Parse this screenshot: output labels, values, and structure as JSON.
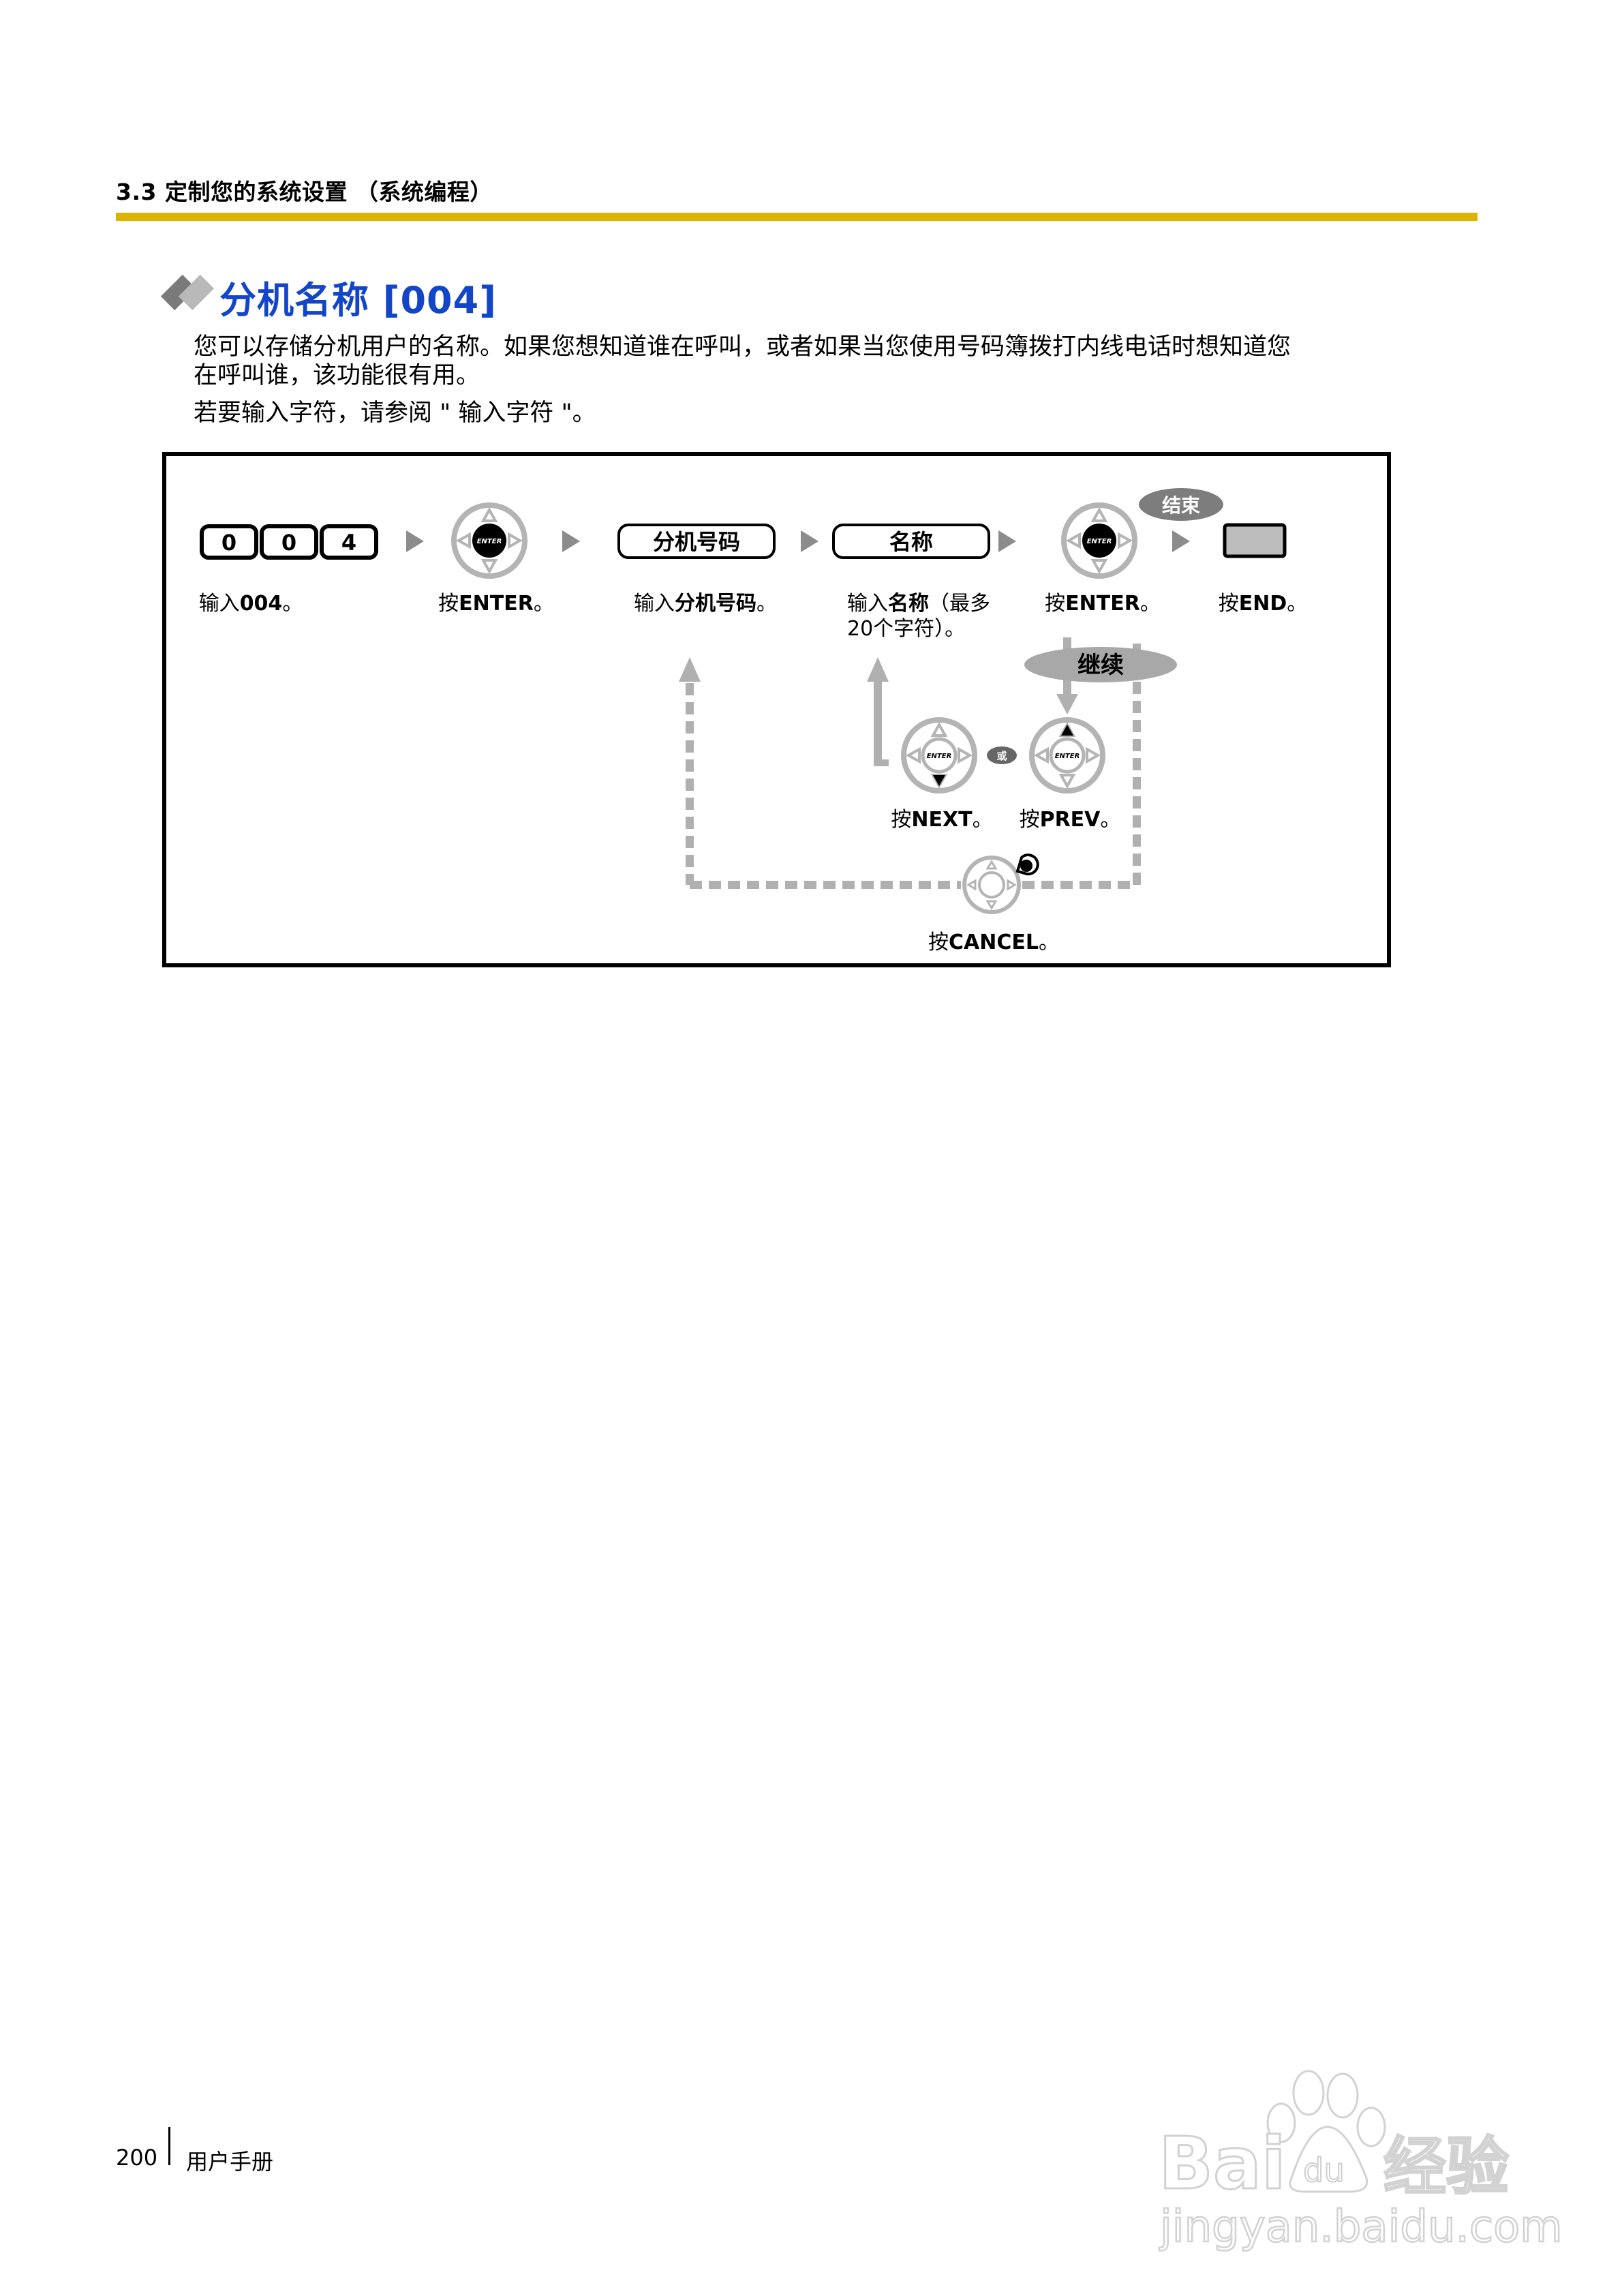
{
  "header": {
    "section_title": "3.3 定制您的系统设置 （系统编程）",
    "rule_color": "#dcb400"
  },
  "title": {
    "icon": "double-diamond-bullet-icon",
    "text": "分机名称 [004]",
    "color": "#1245c8"
  },
  "body": {
    "paragraph_1_line_1": "您可以存储分机用户的名称。如果您想知道谁在呼叫，或者如果当您使用号码簿拨打内线电话时想知道您",
    "paragraph_1_line_2": "在呼叫谁，该功能很有用。",
    "paragraph_2": "若要输入字符，请参阅 \" 输入字符 \"。"
  },
  "diagram": {
    "keys": [
      "0",
      "0",
      "4"
    ],
    "enter_label": "ENTER",
    "field_ext_number": "分机号码",
    "field_name": "名称",
    "end_badge": "结束",
    "continue_badge": "继续",
    "or_badge": "或",
    "steps": {
      "step1_prefix": "输入",
      "step1_bold": "004",
      "step1_suffix": "。",
      "step2_prefix": "按",
      "step2_bold": "ENTER",
      "step2_suffix": "。",
      "step3_prefix": "输入",
      "step3_bold": "分机号码",
      "step3_suffix": "。",
      "step4_prefix": "输入",
      "step4_bold": "名称",
      "step4_suffix": "（最多",
      "step4_line2": "20个字符）。",
      "step5_prefix": "按",
      "step5_bold": "ENTER",
      "step5_suffix": "。",
      "step6_prefix": "按",
      "step6_bold": "END",
      "step6_suffix": "。",
      "next_prefix": "按",
      "next_bold": "NEXT",
      "next_suffix": "。",
      "prev_prefix": "按",
      "prev_bold": "PREV",
      "prev_suffix": "。",
      "cancel_prefix": "按",
      "cancel_bold": "CANCEL",
      "cancel_suffix": "。"
    },
    "colors": {
      "arrow_gray": "#8c8c8c",
      "ring_gray": "#b4b4b4",
      "badge_gray": "#a8a8a8",
      "end_badge": "#7d7d7d",
      "or_badge": "#666666",
      "end_key_fill": "#bdbdbd"
    }
  },
  "footer": {
    "page_number": "200",
    "label": "用户手册"
  },
  "watermark": {
    "brand": "Bai",
    "paw_text": "du",
    "cn": "经验",
    "url": "jingyan.baidu.com"
  }
}
